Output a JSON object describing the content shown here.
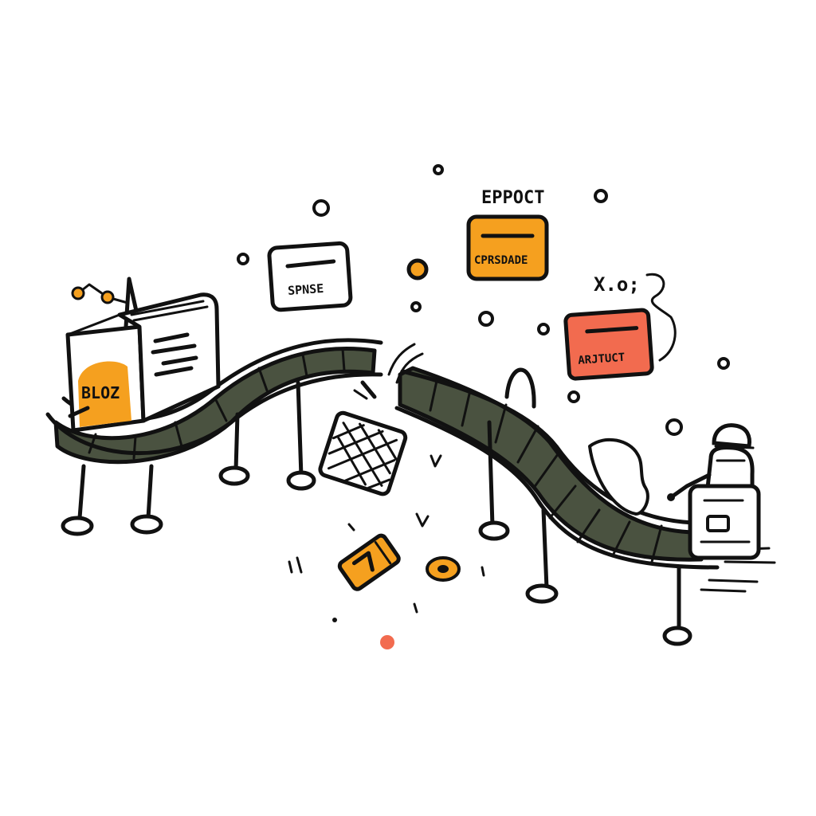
{
  "colors": {
    "ink": "#111111",
    "belt": "#4a5240",
    "orange": "#f5a01f",
    "coral": "#f26b4f",
    "paper": "#ffffff"
  },
  "labels": {
    "machine_badge": "BLOZ",
    "card_left": "SPNSE",
    "card_center_heading": "EPPOCT",
    "card_center": "CPRSDADE",
    "card_right": "ARJTUCT",
    "squiggle_note": "X.o;"
  }
}
